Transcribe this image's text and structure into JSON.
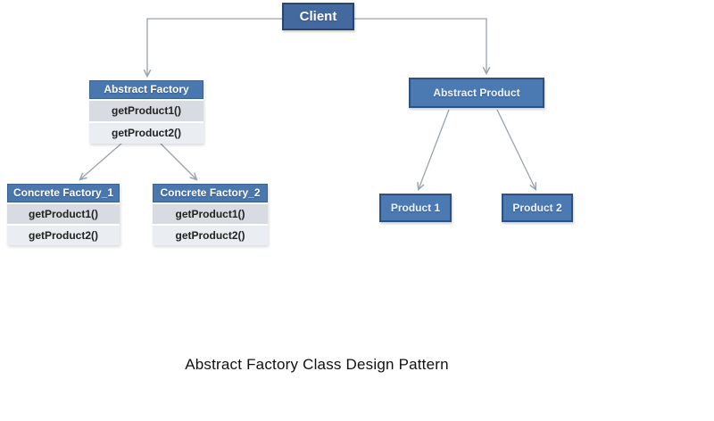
{
  "diagram": {
    "client": {
      "label": "Client"
    },
    "abstract_factory": {
      "title": "Abstract Factory",
      "methods": [
        "getProduct1()",
        "getProduct2()"
      ]
    },
    "concrete_factory_1": {
      "title": "Concrete Factory_1",
      "methods": [
        "getProduct1()",
        "getProduct2()"
      ]
    },
    "concrete_factory_2": {
      "title": "Concrete Factory_2",
      "methods": [
        "getProduct1()",
        "getProduct2()"
      ]
    },
    "abstract_product": {
      "label": "Abstract Product"
    },
    "product_1": {
      "label": "Product 1"
    },
    "product_2": {
      "label": "Product 2"
    },
    "caption": "Abstract Factory Class Design Pattern"
  },
  "colors": {
    "client_fill": "#44699f",
    "client_border": "#26466f",
    "table_header_fill": "#4a77ae",
    "table_row_odd_fill": "#d9dbe2",
    "table_row_even_fill": "#eaedf1",
    "product_fill": "#4b79b2",
    "product_border": "#2d5183",
    "connector": "#9aa2ac",
    "caption_text": "#111111"
  }
}
